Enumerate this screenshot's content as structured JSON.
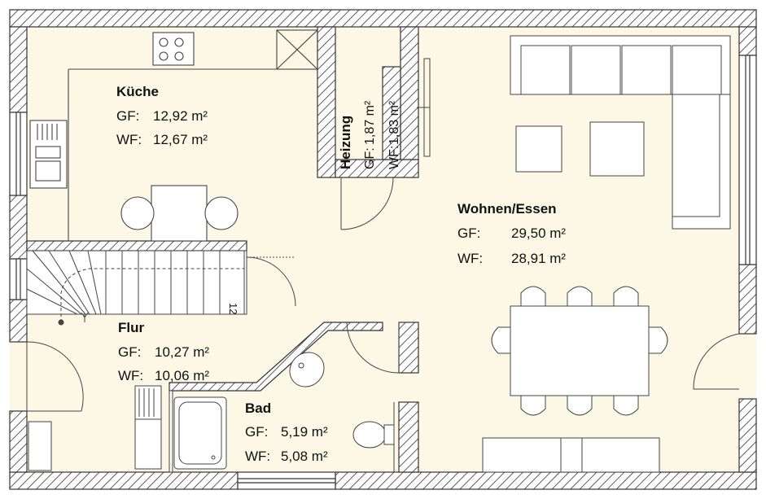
{
  "plan": {
    "colors": {
      "floor": "#fdf8e6",
      "wall_hatch": "#333333",
      "wall_fill": "#ffffff",
      "line": "#333333"
    },
    "stair_step_count": "12",
    "rooms": [
      {
        "id": "kueche",
        "name": "Küche",
        "gf_label": "GF:",
        "gf_value": "12,92 m²",
        "wf_label": "WF:",
        "wf_value": "12,67 m²"
      },
      {
        "id": "heizung",
        "name": "Heizung",
        "gf_label": "GF:",
        "gf_value": "1,87 m²",
        "wf_label": "WF:",
        "wf_value": "1,83 m²"
      },
      {
        "id": "wohnen",
        "name": "Wohnen/Essen",
        "gf_label": "GF:",
        "gf_value": "29,50 m²",
        "wf_label": "WF:",
        "wf_value": "28,91 m²"
      },
      {
        "id": "flur",
        "name": "Flur",
        "gf_label": "GF:",
        "gf_value": "10,27 m²",
        "wf_label": "WF:",
        "wf_value": "10,06 m²"
      },
      {
        "id": "bad",
        "name": "Bad",
        "gf_label": "GF:",
        "gf_value": "5,19 m²",
        "wf_label": "WF:",
        "wf_value": "5,08 m²"
      }
    ]
  }
}
